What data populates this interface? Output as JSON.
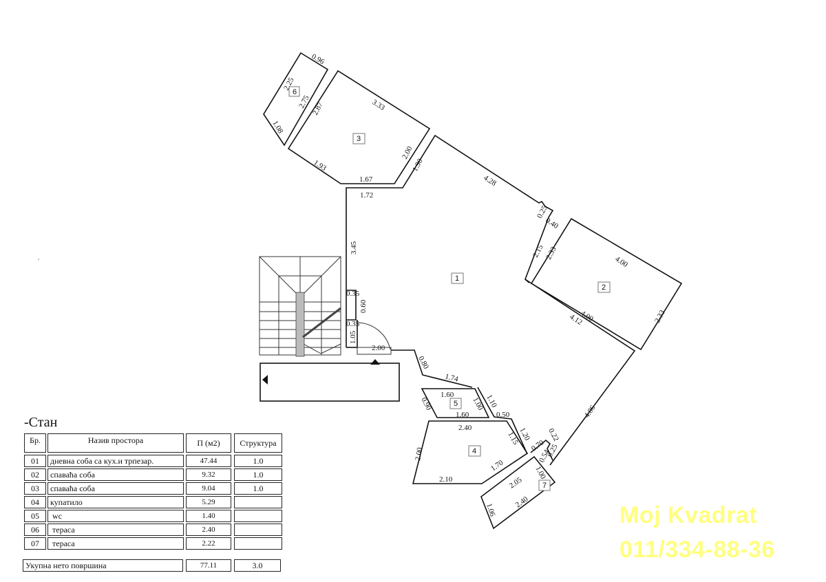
{
  "legend": {
    "title": "-Стан",
    "headers": {
      "no": "Бр.",
      "name": "Назив простора",
      "area": "П (м2)",
      "structure": "Структура"
    },
    "rows": [
      {
        "no": "01",
        "name": "дневна соба са кух.и трпезар.",
        "area": "47.44",
        "structure": "1.0"
      },
      {
        "no": "02",
        "name": "спаваћа соба",
        "area": "9.32",
        "structure": "1.0"
      },
      {
        "no": "03",
        "name": "спаваћа соба",
        "area": "9.04",
        "structure": "1.0"
      },
      {
        "no": "04",
        "name": "купатило",
        "area": "5.29",
        "structure": ""
      },
      {
        "no": "05",
        "name": " wc",
        "area": "1.40",
        "structure": ""
      },
      {
        "no": "06",
        "name": " тераса",
        "area": "2.40",
        "structure": ""
      },
      {
        "no": "07",
        "name": " тераса",
        "area": "2.22",
        "structure": ""
      }
    ],
    "total": {
      "label": "Укупна нето површина",
      "area": "77.11",
      "structure": "3.0"
    }
  },
  "rooms": {
    "r1": "1",
    "r2": "2",
    "r3": "3",
    "r4": "4",
    "r5": "5",
    "r6": "6",
    "r7": "7"
  },
  "dimensions": {
    "d_096": "0.96",
    "d_225": "2.25",
    "d_275": "2.75",
    "d_108": "1.08",
    "d_287": "2.87",
    "d_333": "3.33",
    "d_193": "1.93",
    "d_167": "1.67",
    "d_200a": "2.00",
    "d_190": "1.90",
    "d_172": "1.72",
    "d_428": "4.28",
    "d_025a": "0.25",
    "d_040": "0.40",
    "d_215": "2.15",
    "d_233a": "2.33",
    "d_400a": "4.00",
    "d_400b": "4.00",
    "d_233b": "2.33",
    "d_412": "4.12",
    "d_345": "3.45",
    "d_035a": "0.35",
    "d_060": "0.60",
    "d_035b": "0.35",
    "d_105": "1.05",
    "d_200b": "2.00",
    "d_080": "0.80",
    "d_174": "1.74",
    "d_160a": "1.60",
    "d_090": "0.90",
    "d_100a": "1.00",
    "d_160b": "1.60",
    "d_110": "1.10",
    "d_050": "0.50",
    "d_240a": "2.40",
    "d_115": "1.15",
    "d_120": "1.20",
    "d_070": "0.70",
    "d_022": "0.22",
    "d_025b": "0.25",
    "d_054": "0.54",
    "d_406": "4.06",
    "d_200c": "2.00",
    "d_170": "1.70",
    "d_210": "2.10",
    "d_205": "2.05",
    "d_100b": "1.00",
    "d_240b": "2.40",
    "d_106": "1.06"
  },
  "watermark": {
    "brand": "Moj Kvadrat",
    "phone": "011/334-88-36",
    "color": "#ffff80"
  }
}
